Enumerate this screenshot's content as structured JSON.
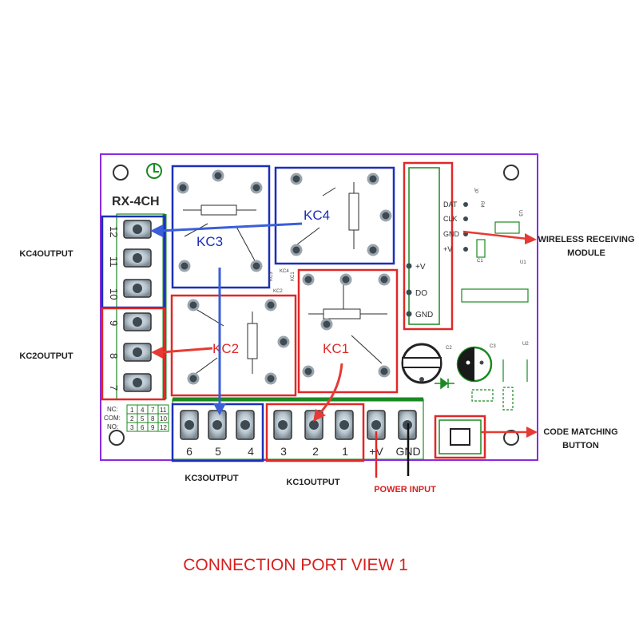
{
  "colors": {
    "board_outline": "#8a2be2",
    "block_red": "#e02828",
    "block_blue": "#1c2fb8",
    "arrow_red": "#e53b34",
    "arrow_blue": "#3a5fd8",
    "silkscreen": "#2c2c2c",
    "terminal_green": "#1a8a22",
    "label_red": "#d81f1f"
  },
  "board": {
    "model": "RX-4CH",
    "relays": {
      "kc1": "KC1",
      "kc2": "KC2",
      "kc3": "KC3",
      "kc4": "KC4"
    },
    "relay_tags": {
      "kc4": "KC4",
      "kc3": "KC3",
      "kc2": "KC2",
      "kc1": "KC1"
    },
    "left_terminal_numbers": [
      "12",
      "11",
      "10",
      "9",
      "8",
      "7"
    ],
    "bottom_terminal_numbers": [
      "6",
      "5",
      "4",
      "3",
      "2",
      "1",
      "+V",
      "GND"
    ],
    "contact_table": {
      "row_labels": [
        "NC:",
        "COM:",
        "NO:"
      ],
      "rows": [
        [
          "1",
          "4",
          "7",
          "11"
        ],
        [
          "2",
          "5",
          "8",
          "10"
        ],
        [
          "3",
          "6",
          "9",
          "12"
        ]
      ]
    },
    "module_pins": [
      "+V",
      "DO",
      "GND"
    ],
    "header_pins": [
      "DAT",
      "CLK",
      "GND",
      "+V"
    ],
    "component_labels": {
      "c2": "C2",
      "c3": "C3",
      "u2": "U2",
      "u3": "U3",
      "jp": "JP",
      "r4": "R4",
      "u1": "U1",
      "c1": "C1"
    }
  },
  "callouts": {
    "kc4_output": "KC4OUTPUT",
    "kc2_output": "KC2OUTPUT",
    "kc3_output": "KC3OUTPUT",
    "kc1_output": "KC1OUTPUT",
    "power_input": "POWER INPUT",
    "wireless_line1": "WIRELESS RECEIVING",
    "wireless_line2": "MODULE",
    "code_line1": "CODE MATCHING",
    "code_line2": "BUTTON"
  },
  "title": "CONNECTION PORT VIEW 1"
}
